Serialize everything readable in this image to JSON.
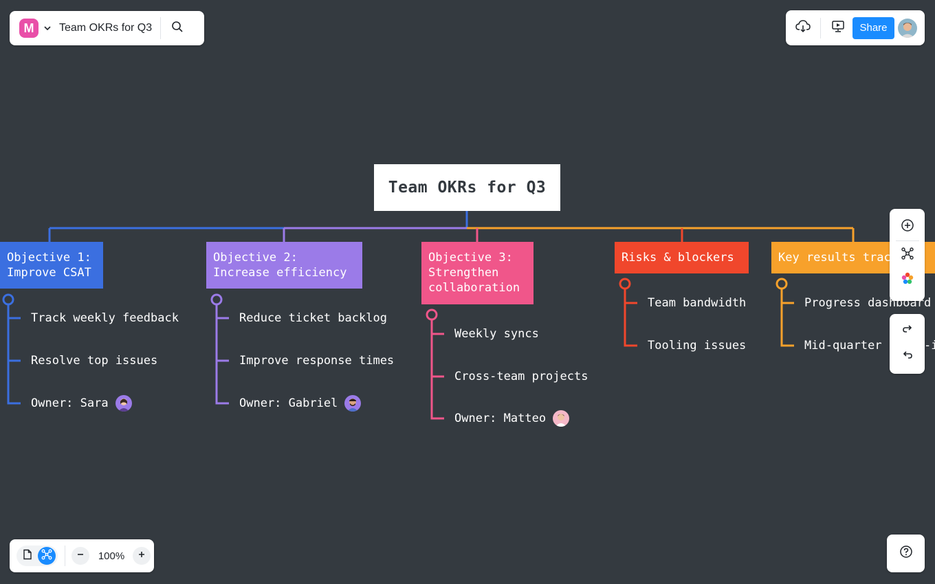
{
  "app": {
    "logo_letter": "M",
    "board_title": "Team OKRs for Q3",
    "brand_color": "#e94fa8"
  },
  "header": {
    "share_label": "Share",
    "share_color": "#1a8cff"
  },
  "zoom": {
    "level": "100%"
  },
  "mindmap": {
    "root": "Team OKRs for Q3",
    "branches": [
      {
        "title": "Objective 1:\nImprove CSAT",
        "color": "#3b6fe0",
        "items": [
          "Track weekly feedback",
          "Resolve top issues",
          "Owner: Sara"
        ]
      },
      {
        "title": "Objective 2:\nIncrease efficiency",
        "color": "#9b7be8",
        "items": [
          "Reduce ticket backlog",
          "Improve response times",
          "Owner: Gabriel"
        ]
      },
      {
        "title": "Objective 3:\nStrengthen\ncollaboration",
        "color": "#f0568a",
        "items": [
          "Weekly syncs",
          "Cross-team projects",
          "Owner: Matteo"
        ]
      },
      {
        "title": "Risks & blockers",
        "color": "#f0472c",
        "items": [
          "Team bandwidth",
          "Tooling issues"
        ]
      },
      {
        "title": "Key results tracking",
        "color": "#f7a12b",
        "items": [
          "Progress dashboard",
          "Mid-quarter check-in"
        ]
      }
    ]
  }
}
